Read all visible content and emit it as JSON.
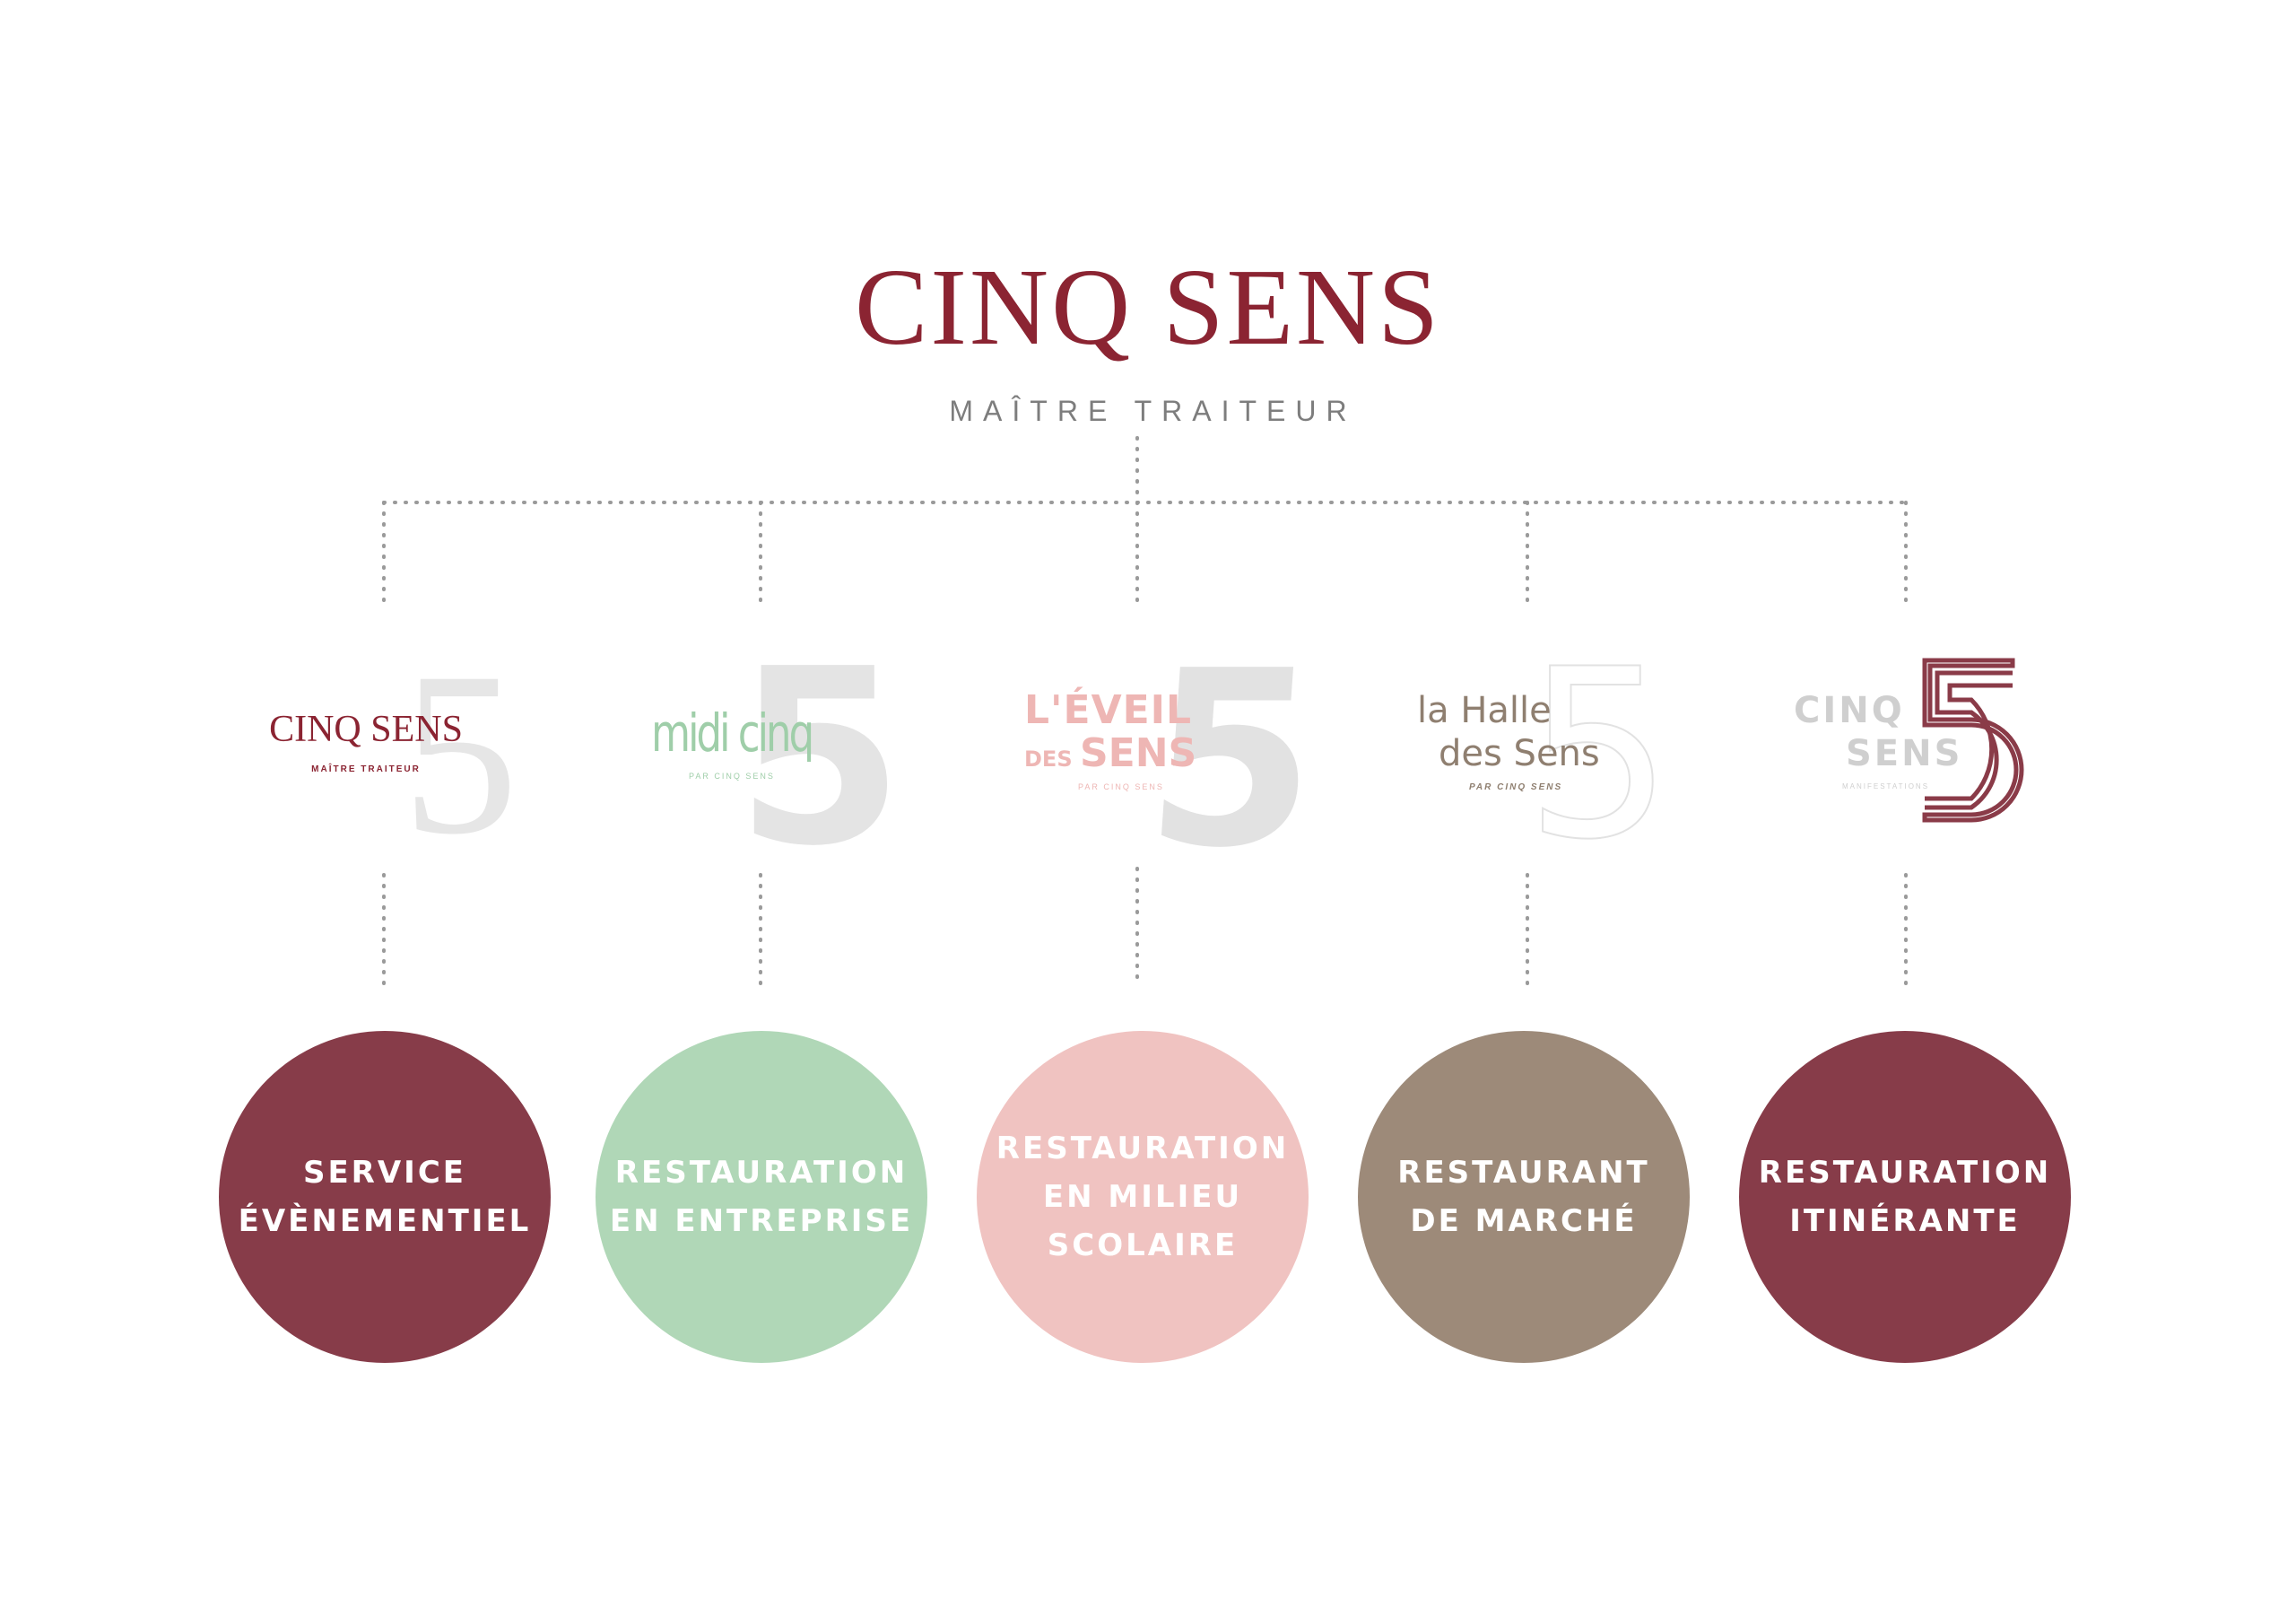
{
  "header": {
    "brand": "CINQ SENS",
    "tagline": "MAÎTRE TRAITEUR",
    "brand_color": "#8b2432",
    "tagline_color": "#7d7d7d"
  },
  "connector_color": "#9a9a9a",
  "logos": {
    "cinq_sens": {
      "line1": "CINQ SENS",
      "line2": "MAÎTRE TRAITEUR",
      "numeral": "5",
      "color": "#8b2432"
    },
    "midi_cinq": {
      "line1": "midi cinq",
      "line2": "PAR CINQ SENS",
      "numeral": "5",
      "color": "#9fcea9"
    },
    "eveil": {
      "line1": "L'ÉVEIL",
      "line2": "DES SENS",
      "line3": "PAR CINQ SENS",
      "numeral": "5",
      "color": "#eeb6b4"
    },
    "halle": {
      "line1": "la Halle",
      "line2": "des Sens",
      "line3": "PAR CINQ SENS",
      "numeral": "5",
      "color": "#8f7f70"
    },
    "itinerant": {
      "line1": "CINQ",
      "line2": "SENS",
      "line3": "MANIFESTATIONS",
      "numeral": "5",
      "color": "#8a3b48"
    }
  },
  "services": [
    {
      "lines": [
        "SERVICE",
        "ÉVÈNEMENTIEL"
      ],
      "color": "#873c49"
    },
    {
      "lines": [
        "RESTAURATION",
        "EN ENTREPRISE"
      ],
      "color": "#b0d7b7"
    },
    {
      "lines": [
        "RESTAURATION",
        "EN MILIEU",
        "SCOLAIRE"
      ],
      "color": "#f0c3c1"
    },
    {
      "lines": [
        "RESTAURANT",
        "DE MARCHÉ"
      ],
      "color": "#9d8a79"
    },
    {
      "lines": [
        "RESTAURATION",
        "ITINÉRANTE"
      ],
      "color": "#873c49"
    }
  ]
}
